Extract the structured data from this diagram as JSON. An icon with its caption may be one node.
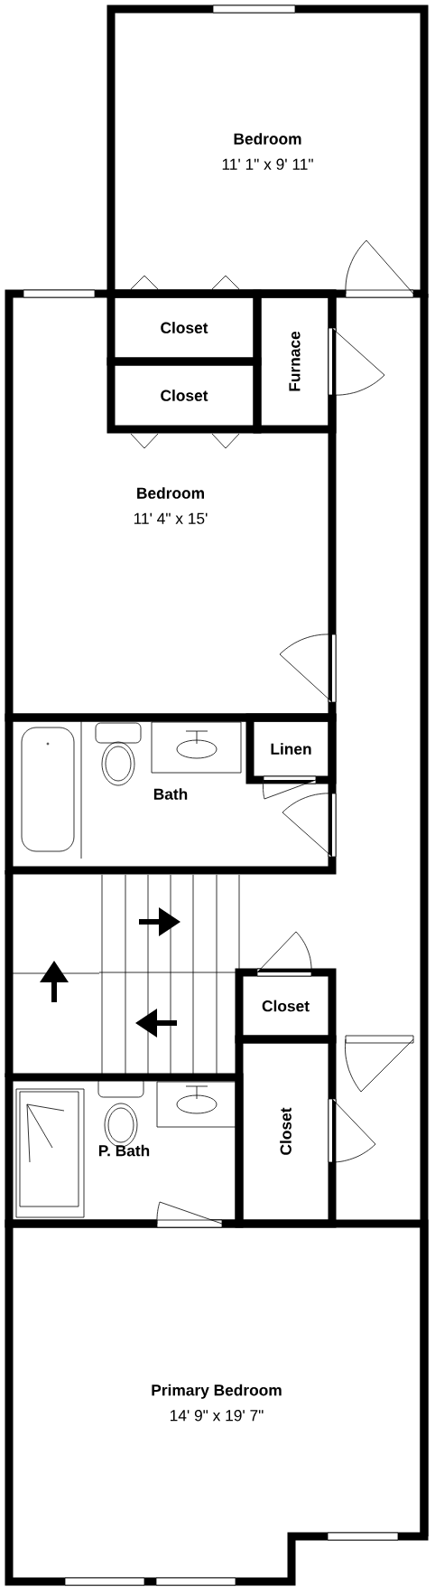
{
  "diagram": {
    "nodes": [
      {
        "text": [
          "Bedroom",
          "11' 1\" x 9' 11\""
        ]
      },
      {
        "text": [
          "Closet"
        ],
        "in": 4
      },
      {
        "text": [
          "Closet"
        ],
        "in": 4
      },
      {
        "text": [
          "Furnace"
        ],
        "in": 4
      },
      {
        "text": [
          "Bedroom",
          "11' 4\" x 15'"
        ]
      },
      {
        "text": [
          "Bath"
        ]
      },
      {
        "text": [
          "Linen"
        ],
        "in": 5
      },
      {
        "text": [
          "Closet"
        ]
      },
      {
        "text": [
          "Closet"
        ]
      },
      {
        "text": [
          "P. Bath"
        ]
      },
      {
        "text": [
          "Primary Bedroom",
          "14' 9\" x 19' 7\""
        ]
      }
    ]
  }
}
